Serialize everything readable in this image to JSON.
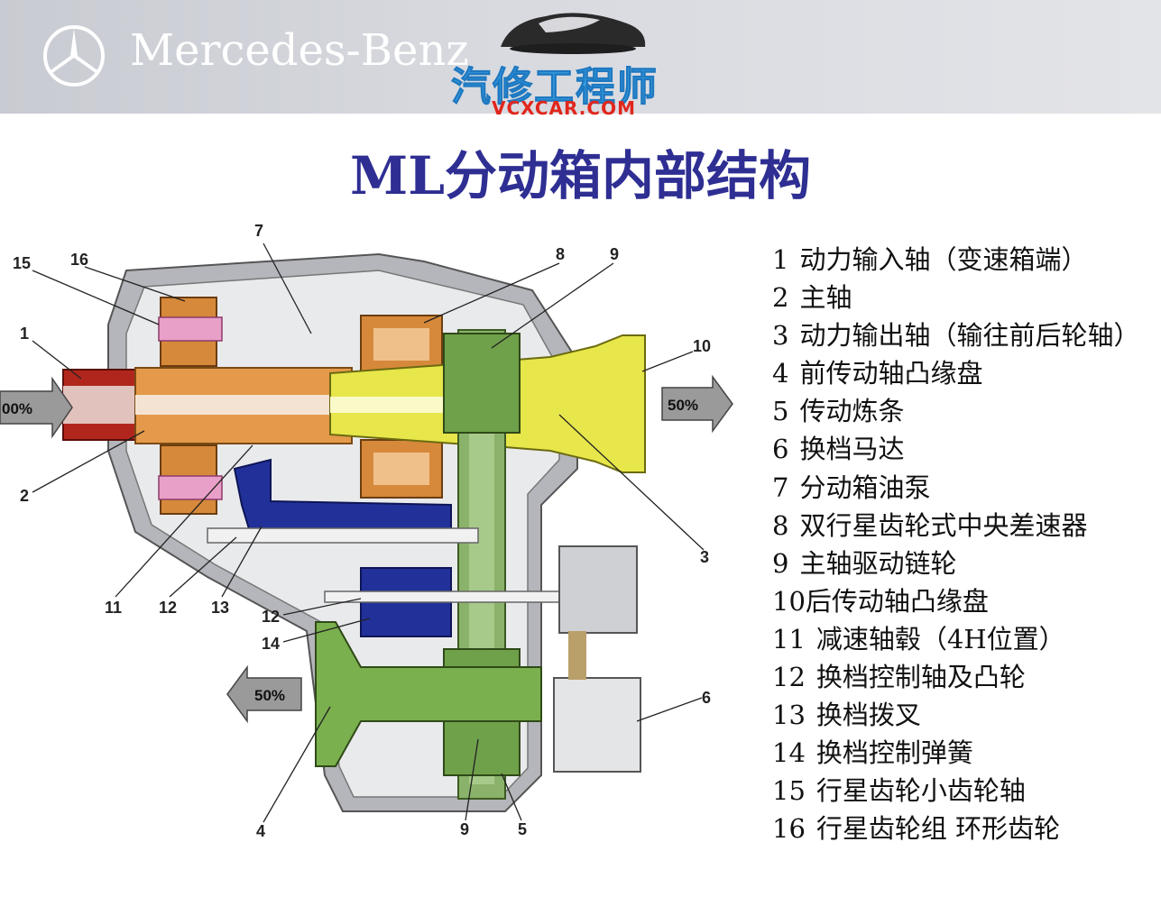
{
  "header": {
    "brand": "Mercedes-Benz",
    "watermark_cn": "汽修工程师",
    "watermark_url": "VCXCAR.COM"
  },
  "title": "ML分动箱内部结构",
  "diagram": {
    "callouts": [
      "15",
      "16",
      "7",
      "8",
      "9",
      "1",
      "10",
      "2",
      "3",
      "11",
      "12",
      "13",
      "12",
      "14",
      "6",
      "4",
      "9",
      "5"
    ],
    "arrows": {
      "input": "00%",
      "rear": "50%",
      "front": "50%"
    }
  },
  "legend": [
    {
      "num": "1",
      "text": "动力输入轴（变速箱端）"
    },
    {
      "num": "2",
      "text": "主轴"
    },
    {
      "num": "3",
      "text": "动力输出轴（输往前后轮轴）"
    },
    {
      "num": "4",
      "text": "前传动轴凸缘盘"
    },
    {
      "num": "5",
      "text": "传动炼条"
    },
    {
      "num": "6",
      "text": "换档马达"
    },
    {
      "num": "7",
      "text": "分动箱油泵"
    },
    {
      "num": "8",
      "text": "双行星齿轮式中央差速器"
    },
    {
      "num": "9",
      "text": "主轴驱动链轮"
    },
    {
      "num": "10",
      "text": "后传动轴凸缘盘"
    },
    {
      "num": "11",
      "text": "减速轴毂（4H位置）"
    },
    {
      "num": "12",
      "text": "换档控制轴及凸轮"
    },
    {
      "num": "13",
      "text": "换档拨叉"
    },
    {
      "num": "14",
      "text": "换档控制弹簧"
    },
    {
      "num": "15",
      "text": "行星齿轮小齿轮轴"
    },
    {
      "num": "16",
      "text": "行星齿轮组 环形齿轮"
    }
  ]
}
